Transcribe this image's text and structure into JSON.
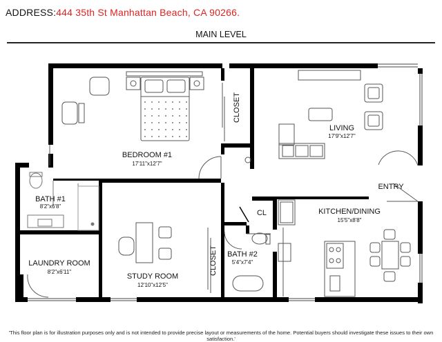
{
  "header": {
    "address_label": "ADDRESS:",
    "address_value": "444 35th St Manhattan Beach, CA 90266.",
    "level": "MAIN LEVEL"
  },
  "rooms": {
    "bedroom1": {
      "name": "BEDROOM #1",
      "dims": "17'11\"x12'7\""
    },
    "living": {
      "name": "LIVING",
      "dims": "17'9\"x12'7\""
    },
    "bath1": {
      "name": "BATH #1",
      "dims": "8'2\"x6'8\""
    },
    "kitchen": {
      "name": "KITCHEN/DINING",
      "dims": "15'5\"x8'8\""
    },
    "laundry": {
      "name": "LAUNDRY ROOM",
      "dims": "8'2\"x6'11\""
    },
    "study": {
      "name": "STUDY ROOM",
      "dims": "12'10\"x12'5\""
    },
    "bath2": {
      "name": "BATH #2",
      "dims": "5'4\"x7'4\""
    }
  },
  "labels": {
    "closet_top": "CLOSET",
    "closet_study": "CLOSET",
    "cl": "CL",
    "entry": "ENTRY"
  },
  "disclaimer": "'This floor plan is for illustration purposes only and is not intended to provide precise layout or measurements of the home. Potential buyers should investigate these issues to their own satisfaction.'",
  "colors": {
    "address": "#dd2222",
    "walls": "#000000"
  }
}
